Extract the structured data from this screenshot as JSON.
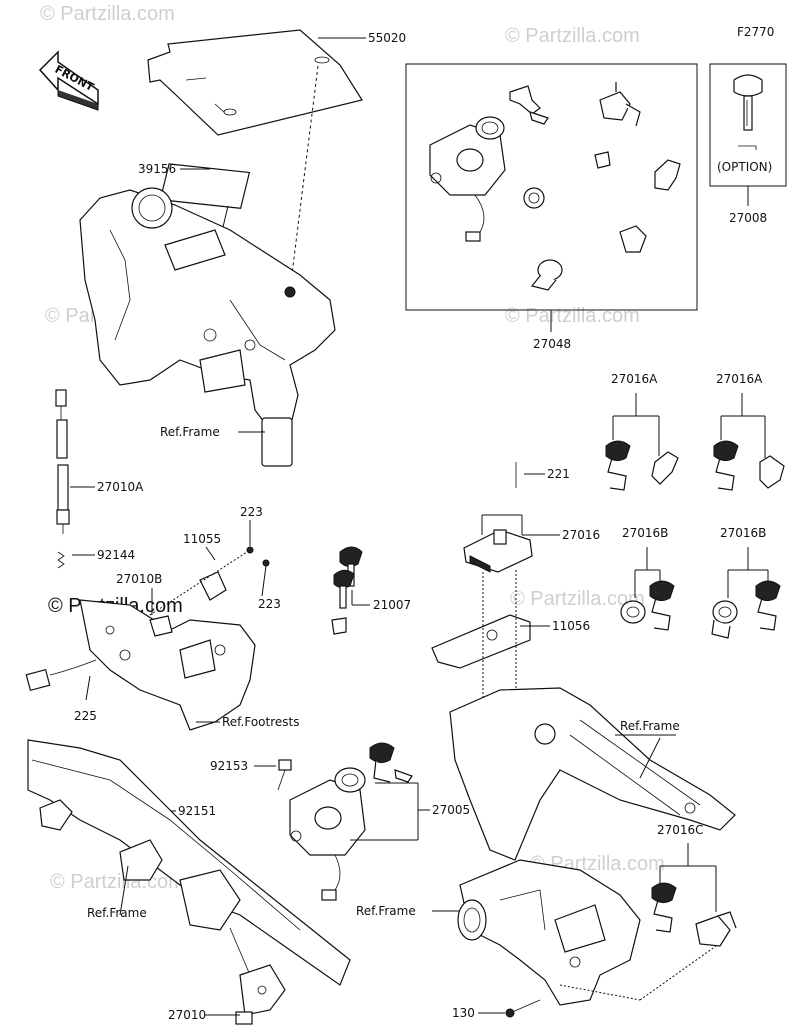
{
  "figure_code": "F2770",
  "watermark": "© Partzilla.com",
  "front_label": "FRONT",
  "option_label": "(OPTION)",
  "labels": {
    "p55020": "55020",
    "p39156": "39156",
    "p27048": "27048",
    "p27008": "27008",
    "p27010A": "27010A",
    "p92144": "92144",
    "p11055": "11055",
    "p223a": "223",
    "p223b": "223",
    "p27010B": "27010B",
    "p225": "225",
    "p21007": "21007",
    "p221": "221",
    "p27016": "27016",
    "p11056": "11056",
    "p27016A_1": "27016A",
    "p27016A_2": "27016A",
    "p27016B_1": "27016B",
    "p27016B_2": "27016B",
    "p27016C": "27016C",
    "p92153": "92153",
    "p92151": "92151",
    "p27005": "27005",
    "p27010": "27010",
    "p130": "130"
  },
  "refs": {
    "frame_top": "Ref.Frame",
    "footrests": "Ref.Footrests",
    "frame_right": "Ref.Frame",
    "frame_left": "Ref.Frame",
    "frame_bottom": "Ref.Frame"
  }
}
